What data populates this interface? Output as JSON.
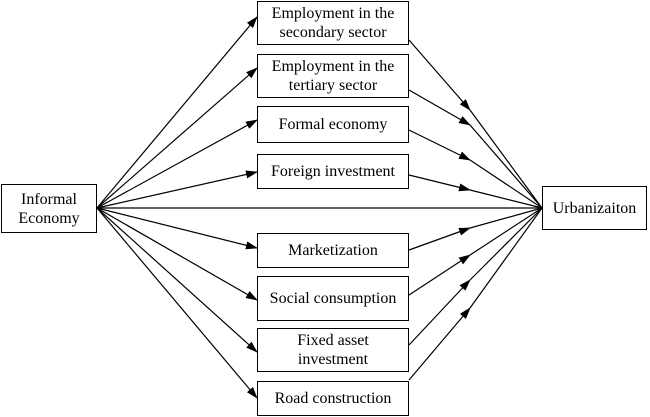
{
  "nodes": {
    "informal_economy": "Informal Economy",
    "urbanization": "Urbanizaiton",
    "employment_secondary": "Employment in the secondary sector",
    "employment_tertiary": "Employment in the tertiary sector",
    "formal_economy": "Formal economy",
    "foreign_investment": "Foreign investment",
    "marketization": "Marketization",
    "social_consumption": "Social consumption",
    "fixed_asset_investment": "Fixed asset investment",
    "road_construction": "Road construction"
  },
  "colors": {
    "line": "#000000",
    "box_border": "#000000",
    "background": "#ffffff"
  }
}
